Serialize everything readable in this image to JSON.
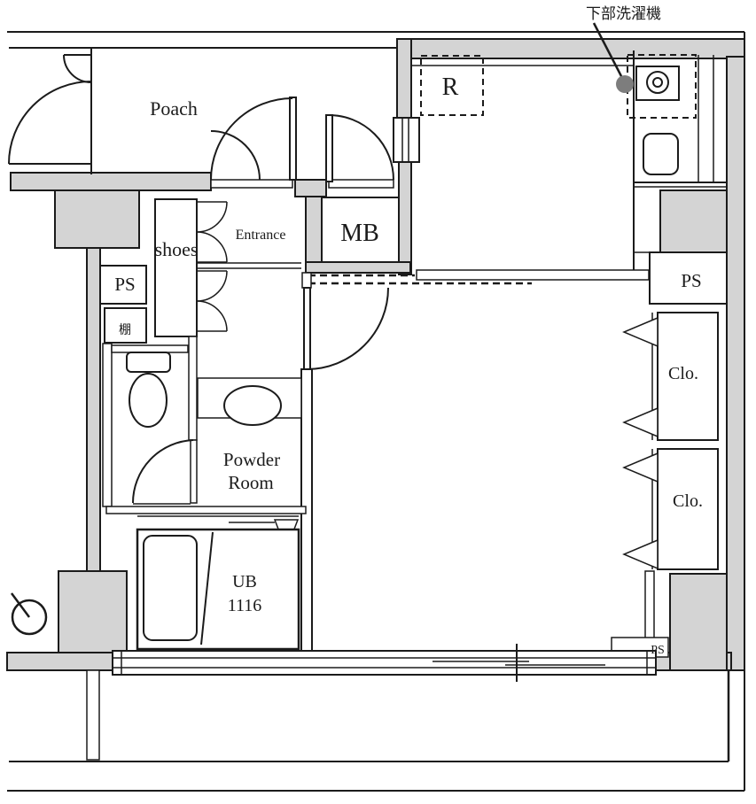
{
  "meta": {
    "type": "apartment-floor-plan"
  },
  "colors": {
    "wall_fill": "#d4d4d4",
    "line": "#1b1b1b",
    "washer_dot": "#7d7d7d",
    "background": "#ffffff"
  },
  "annotations": {
    "washer_note": "下部洗濯機"
  },
  "rooms": {
    "porch": "Poach",
    "entrance": "Entrance",
    "shoes_cabinet": "shoes",
    "meter_box": "MB",
    "pipe_space": "PS",
    "shelf": "棚",
    "refrigerator_space": "R",
    "powder_room_line1": "Powder",
    "powder_room_line2": "Room",
    "unit_bath_line1": "UB",
    "unit_bath_line2": "1116",
    "closet": "Clo."
  }
}
